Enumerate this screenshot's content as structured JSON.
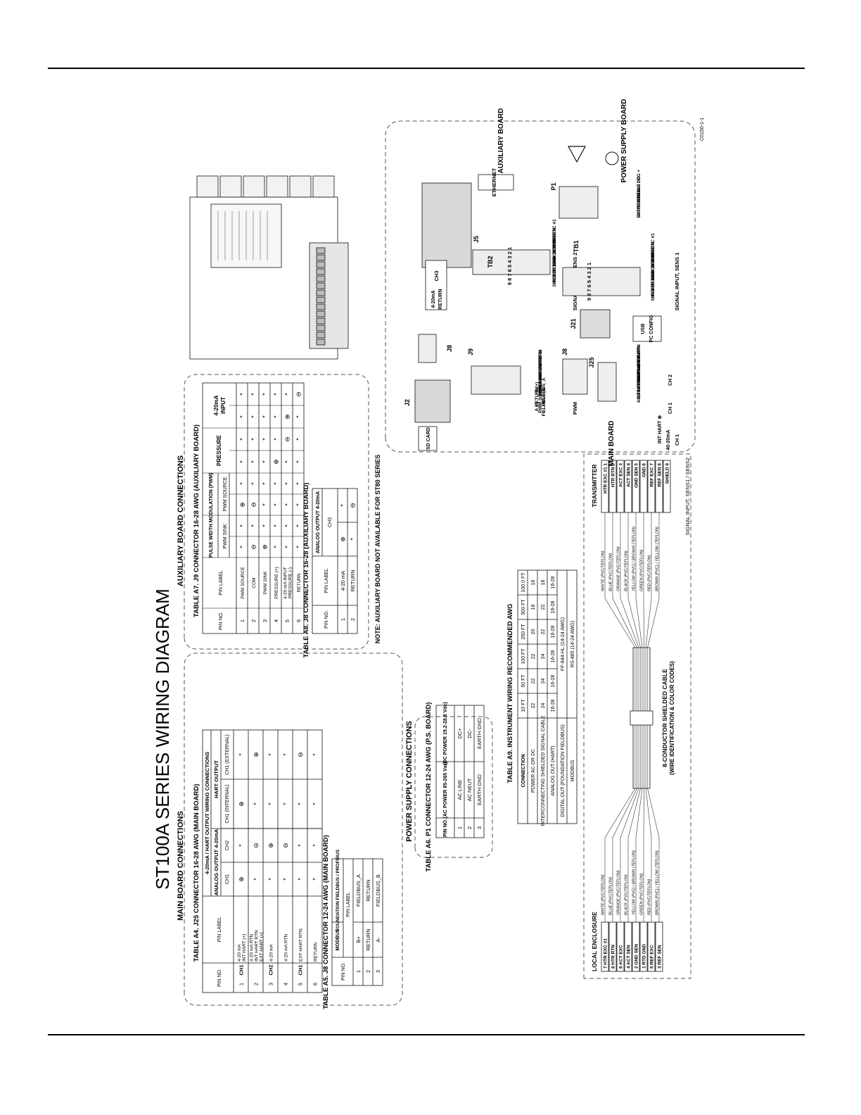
{
  "title": "ST100A SERIES WIRING DIAGRAM",
  "drawing_number": "C0150-1-1",
  "main_board": {
    "heading": "MAIN BOARD CONNECTIONS",
    "table_a4": {
      "title": "TABLE A4. J25 CONNECTOR 16-28 AWG (MAIN BOARD)",
      "group_header": "4-20mA / HART OUTPUT WIRING CONNECTIONS",
      "analog_header": "ANALOG OUTPUT 4-20mA",
      "hart_header": "HART OUTPUT",
      "columns": [
        "PIN NO.",
        "PIN LABEL",
        "CH1",
        "CH2",
        "CH1 (INTERNAL)",
        "CH1 (EXTERNAL)"
      ],
      "rows": [
        {
          "pin": "1",
          "ch": "CH1",
          "label": "4-20 mA\nINT HART (+)",
          "cells": [
            "⊕",
            "*",
            "⊕",
            "*"
          ]
        },
        {
          "pin": "2",
          "ch": "",
          "label": "4-20 mA RTN\nINT HART RTN\nEXT HART (+)",
          "cells": [
            "*",
            "⊖",
            "*",
            "⊕"
          ]
        },
        {
          "pin": "3",
          "ch": "CH2",
          "label": "4-20 mA",
          "cells": [
            "*",
            "⊕",
            "*",
            "*"
          ]
        },
        {
          "pin": "4",
          "ch": "",
          "label": "4-20 mA RTN",
          "cells": [
            "*",
            "⊖",
            "*",
            "*"
          ]
        },
        {
          "pin": "5",
          "ch": "CH1",
          "label": "EXT HART RTN",
          "cells": [
            "*",
            "*",
            "*",
            "⊖"
          ]
        },
        {
          "pin": "6",
          "ch": "",
          "label": "RETURN",
          "cells": [
            "*",
            "*",
            "*",
            "*"
          ]
        }
      ]
    },
    "table_a5": {
      "title": "TABLE A5. J8 CONNECTOR 12-24 AWG (MAIN BOARD)",
      "columns": [
        "PIN NO.",
        "MODBUS",
        "FOUNDATION FIELDBUS / PROFIBUS"
      ],
      "sub_header": "PIN LABEL",
      "rows": [
        [
          "1",
          "B+",
          "FIELDBUS_A"
        ],
        [
          "2",
          "RETURN",
          "RETURN"
        ],
        [
          "3",
          "A-",
          "FIELDBUS_B"
        ]
      ]
    }
  },
  "auxiliary_board": {
    "heading": "AUXILIARY BOARD CONNECTIONS",
    "table_a7": {
      "title": "TABLE A7. J9 CONNECTOR 16-28 AWG (AUXILIARY BOARD)",
      "pwm_header": "PULSE WIDTH MODULATION (PWM)",
      "columns": [
        "PIN NO.",
        "PIN LABEL",
        "PWM SINK",
        "PWM SOURCE",
        "PRESSURE",
        "4-20mA INPUT"
      ],
      "rows": [
        {
          "pin": "1",
          "label": "PWM SOURCE",
          "cells": [
            "*",
            "*",
            "⊕",
            "*",
            "*",
            "*",
            "*",
            "*"
          ]
        },
        {
          "pin": "2",
          "label": "COM",
          "cells": [
            "⊖",
            "*",
            "⊖",
            "*",
            "*",
            "*",
            "*",
            "*"
          ]
        },
        {
          "pin": "3",
          "label": "PWM SINK",
          "cells": [
            "⊕",
            "*",
            "*",
            "*",
            "*",
            "*",
            "*",
            "*"
          ]
        },
        {
          "pin": "4",
          "label": "PRESSURE (+)",
          "cells": [
            "*",
            "*",
            "*",
            "*",
            "⊕",
            "*",
            "*",
            "*"
          ]
        },
        {
          "pin": "5",
          "label": "4-20 mA INPUT\nPRESSURE (-)",
          "cells": [
            "*",
            "*",
            "*",
            "*",
            "*",
            "⊖",
            "⊕",
            "*"
          ]
        },
        {
          "pin": "6",
          "label": "RETURN",
          "cells": [
            "*",
            "*",
            "*",
            "*",
            "*",
            "*",
            "*",
            "⊖"
          ]
        }
      ]
    },
    "table_a8": {
      "title": "TABLE A8. J8 CONNECTOR 16-28 (AUXILIARY BOARD)",
      "analog_header": "ANALOG OUTPUT 4-20mA",
      "columns": [
        "PIN NO.",
        "PIN LABEL",
        "CH3"
      ],
      "rows": [
        {
          "pin": "1",
          "label": "4-20 mA",
          "cells": [
            "⊕",
            "*"
          ]
        },
        {
          "pin": "2",
          "label": "RETURN",
          "cells": [
            "*",
            "⊖"
          ]
        }
      ]
    },
    "note": "NOTE: AUXILIARY BOARD NOT AVAILABLE FOR ST80 SERIES"
  },
  "power_supply": {
    "heading": "POWER SUPPLY CONNECTIONS",
    "table_a6": {
      "title": "TABLE A6. P1 CONNECTOR 12-24 AWG (P.S. BOARD)",
      "columns": [
        "PIN NO.",
        "(AC POWER 85-265 Vac)",
        "(DC POWER 19.2-28.8 Vdc)"
      ],
      "rows": [
        [
          "1",
          "AC LINE",
          "DC+"
        ],
        [
          "2",
          "AC NEUT",
          "DC-"
        ],
        [
          "3",
          "EARTH GND",
          "EARTH GND"
        ]
      ]
    }
  },
  "table_a9": {
    "title": "TABLE A9. INSTRUMENT WIRING RECOMMENDED AWG",
    "columns": [
      "CONNECTION",
      "10 FT",
      "50 FT",
      "100 FT",
      "250 FT",
      "500 FT",
      "100 0 FT"
    ],
    "rows": [
      [
        "POWER AC OR DC",
        "22",
        "22",
        "22",
        "20",
        "18",
        "16"
      ],
      [
        "INTERCONNECTING SHIELDED SIGNAL CABLE",
        "24",
        "24",
        "24",
        "22",
        "22",
        "18"
      ],
      [
        "ANALOG OUT (HART)",
        "16-28",
        "16-28",
        "16-28",
        "16-28",
        "16-28",
        "16-28"
      ]
    ],
    "span_rows": [
      [
        "DIGITAL OUT (FOUNDATION FIELDBUS)",
        "FF-844-HL (14-24 AWG)"
      ],
      [
        "MODBUS",
        "RS-485 (14-24 AWG)"
      ]
    ]
  },
  "cable": {
    "local_title": "LOCAL ENCLOSURE",
    "local_terms": [
      "7 HTR EXC #1",
      "8 HTR RTN",
      "6 ACT EXC",
      "4 ACT SEN",
      "2 GND SEN",
      "1 RTD GND",
      "5 REF EXC",
      "3 REF SEN"
    ],
    "wire_colors": [
      "WHITE (PVC/TEFLON)",
      "BLUE (PVC/TEFLON)",
      "ORANGE (PVC/TEFLON)",
      "BLACK (PVC/TEFLON)",
      "YELLOW (PVC) / BROWN (TEFLON)",
      "GREEN (PVC/TEFLON)",
      "RED (PVC/TEFLON)",
      "BROWN (PVC) / YELLOW (TEFLON)"
    ],
    "transmitter_title": "TRANSMITTER",
    "transmitter_terms": [
      "HTR EXC #1 1",
      "HTR RTN 2",
      "ACT EXC 3",
      "ACT SEN 4",
      "GND SEN 5",
      "GND 6",
      "REF EXC 7",
      "REF SEN 8",
      "SHIELD 9"
    ],
    "signal_label": "SIGNAL INPUT, SENS1 / SENS2",
    "cable_title": "8-CONDUCTOR SHIELDED CABLE",
    "cable_subtitle": "(WIRE IDENTIFICATION & COLOR CODES)"
  },
  "boards": {
    "aux_title": "AUXILIARY BOARD",
    "ps_title": "POWER SUPPLY BOARD",
    "main_title": "MAIN BOARD",
    "ethernet": "ETHERNET",
    "sd_card": "SD CARD",
    "usb": "USB",
    "pc_config": "PC CONFIG",
    "j5": "J5",
    "tb2": "TB2",
    "j8_aux": "J8",
    "j9": "J9",
    "j2": "J2",
    "p1": "P1",
    "tb1": "TB1",
    "j21": "J21",
    "j25": "J25",
    "j8_main": "J8",
    "ch3_label": "CH3",
    "ch3_signal": "4-20mA",
    "ch3_return": "RETURN",
    "tb2_pins": "9 8 7 6 5 4 3 2 1",
    "tb1_pins": "9 8 7 6 5 4 3 2 1",
    "tb2_labels": [
      "HTR EXC #1",
      "HTR RTN",
      "ACT EXC",
      "ACT SEN",
      "GND SEN",
      "GND",
      "REF EXC",
      "REF SEN",
      "SHIELD"
    ],
    "tb2_caption": "SIGNAL INPUT, SENS 2",
    "tb1_labels": [
      "HTR EXC #1",
      "HTR RTN",
      "ACT EXC",
      "ACT SEN",
      "GND SEN",
      "GND",
      "REF EXC",
      "REF SEN",
      "SHIELD"
    ],
    "tb1_caption": "SIGNAL INPUT, SENS 1",
    "p1_labels": [
      "EARTH GND",
      "AC NEUTRAL / DC -",
      "AC LINE / DC +"
    ],
    "j9_labels": [
      "RETURN",
      "PRESSURE ⊖",
      "4-20mA INPUT",
      "PRESSURE ⊕",
      "PWM SINK",
      "COM",
      "PWM SOURCE"
    ],
    "pwm_label": "PWM",
    "j25_labels": [
      "RETURN",
      "EXT HART RTN",
      "4-20mA RTN",
      "4-20mA",
      "EXT HART ⊕",
      "INT HART RTN",
      "4-20mA RTN"
    ],
    "j25_ch2": "CH 2",
    "j25_ch1": "CH 1",
    "j25_int_hart": "INT HART ⊕",
    "j25_4020": "40-20mA",
    "j25_ch1b": "CH 1",
    "j8_main_labels": [
      "B (+)",
      "FIELDBUS_A",
      "RETURN",
      "FIELDBUS_B",
      "A (-)"
    ]
  }
}
